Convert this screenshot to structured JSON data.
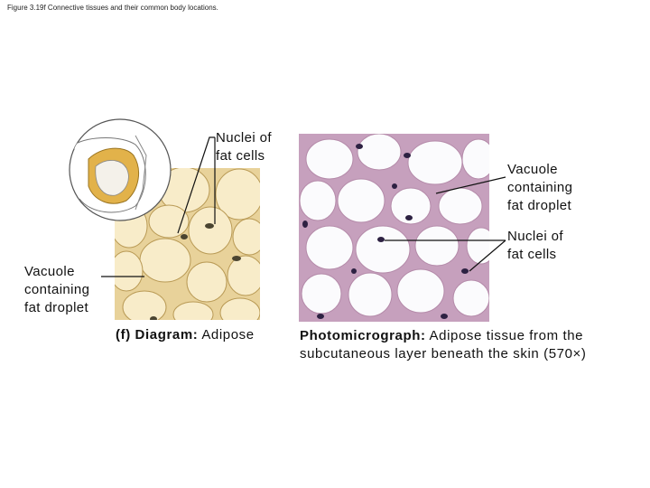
{
  "figure_caption": "Figure 3.19f Connective tissues and their common body locations.",
  "labels": {
    "left_nuclei": [
      "Nuclei of",
      "fat cells"
    ],
    "left_vacuole": [
      "Vacuole",
      "containing",
      "fat droplet"
    ],
    "right_vacuole": [
      "Vacuole",
      "containing",
      "fat droplet"
    ],
    "right_nuclei": [
      "Nuclei of",
      "fat cells"
    ]
  },
  "captions": {
    "diagram_prefix": "(f) Diagram:",
    "diagram_text": " Adipose",
    "photo_prefix": "Photomicrograph:",
    "photo_text_line1": " Adipose tissue from the",
    "photo_text_line2": "subcutaneous layer beneath the skin (570×)"
  },
  "colors": {
    "cell_fill": "#f7e9c4",
    "tissue_bg": "#e9d29a",
    "stain_pink": "#c9a3bf",
    "nucleus_dark": "#2b1f3a"
  }
}
